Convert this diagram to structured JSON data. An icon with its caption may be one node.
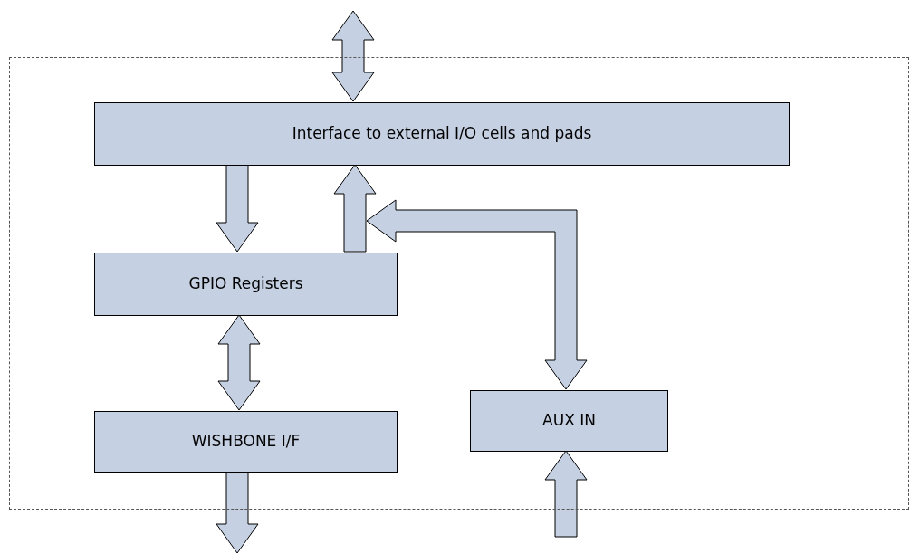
{
  "diagram": {
    "nodes": [
      {
        "text": [],
        "shape": "box"
      },
      {
        "text": [
          "Interface to external I/O cells and pads"
        ],
        "in": 0
      },
      {
        "text": [
          "GPIO Registers"
        ],
        "in": 0
      },
      {
        "text": [
          "WISHBONE I/F"
        ],
        "in": 0
      },
      {
        "text": [
          "AUX IN"
        ],
        "in": 0
      }
    ],
    "edges": [
      {
        "from": null,
        "to": 1,
        "arrow": "both"
      },
      {
        "from": 1,
        "to": 2,
        "arrow": "to"
      },
      {
        "from": 2,
        "to": 1,
        "arrow": "to"
      },
      {
        "from": 4,
        "to": null,
        "arrow": "both"
      },
      {
        "from": 2,
        "to": 3,
        "arrow": "both"
      },
      {
        "from": 3,
        "to": null,
        "arrow": "to"
      },
      {
        "from": null,
        "to": 4,
        "arrow": "to"
      }
    ]
  }
}
